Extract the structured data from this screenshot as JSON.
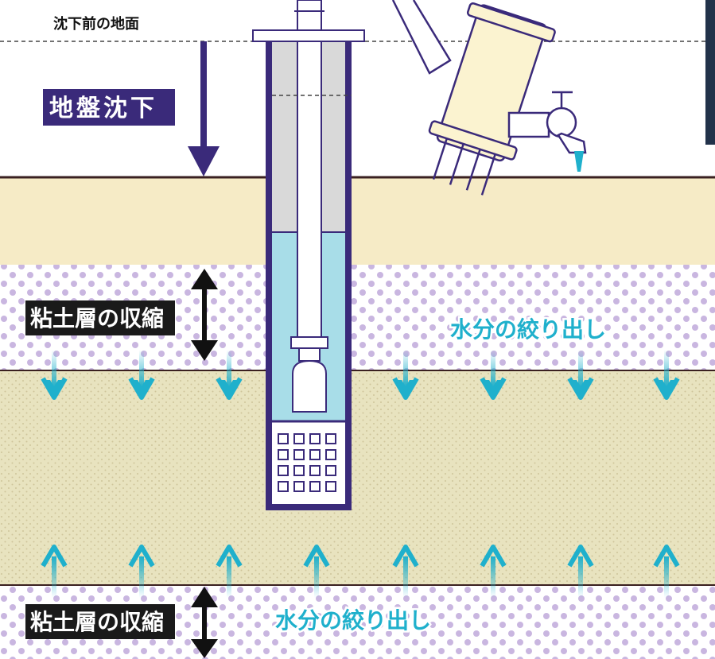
{
  "labels": {
    "original_ground": "沈下前の地面",
    "subsidence": "地盤沈下",
    "clay_shrink_upper": "粘土層の収縮",
    "water_squeeze_upper": "水分の絞り出し",
    "clay_shrink_lower": "粘土層の収縮",
    "water_squeeze_lower": "水分の絞り出し"
  },
  "colors": {
    "well_casing": "#3a2a7a",
    "ground_surface": "#f6ebc6",
    "clay_dots": "#c9b6e0",
    "aquifer": "#e8e3bf",
    "aquifer_dots": "#cfc59a",
    "water": "#a8dde8",
    "arrow": "#1fb0cc",
    "label_bg": "#1a1a1a",
    "subsidence_label_bg": "#3a2a7a",
    "pipe_fill": "#fbf3d0"
  },
  "icons": {
    "water_arrows": "up-down-arrow-icons",
    "subsidence_arrow": "down-arrow-icon",
    "clay_arrows": "double-headed-arrow-icon"
  }
}
